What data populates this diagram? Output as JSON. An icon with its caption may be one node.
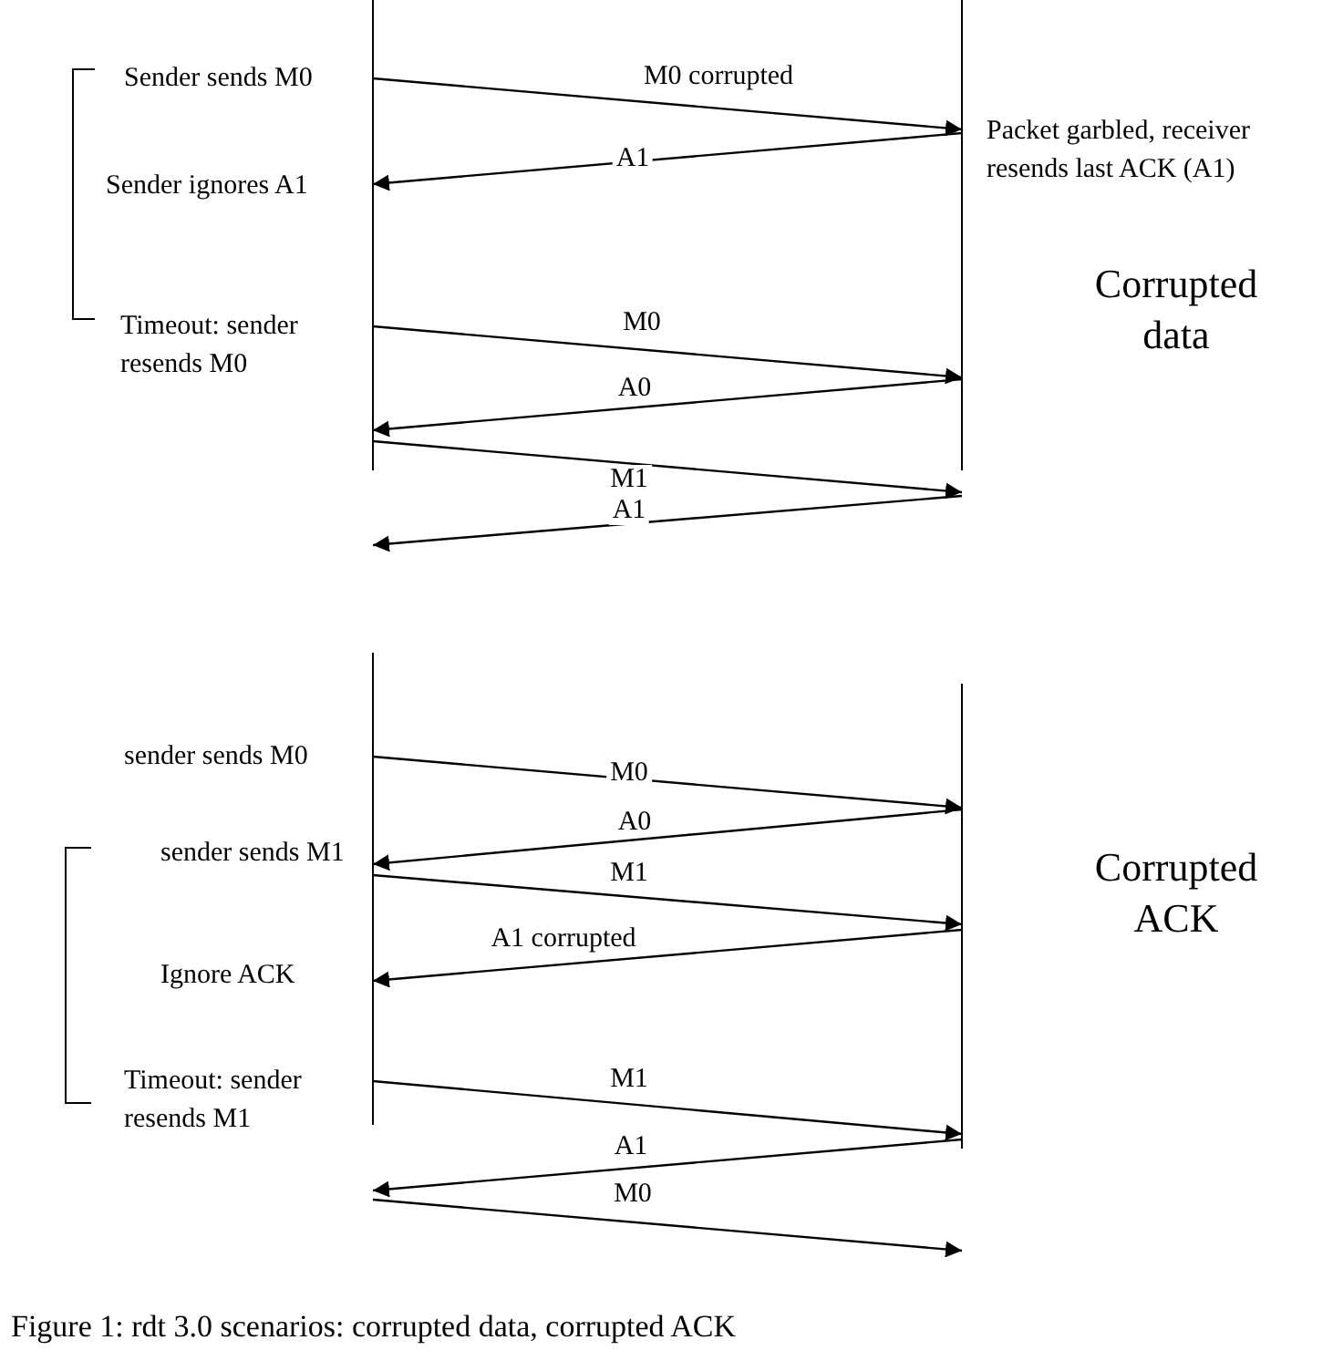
{
  "diagram": {
    "caption": "Figure 1: rdt 3.0 scenarios: corrupted data, corrupted ACK",
    "nodes": [
      {
        "text": [],
        "shape": "line"
      },
      {
        "text": [],
        "shape": "line"
      },
      {
        "text": [],
        "shape": "line"
      },
      {
        "text": [],
        "shape": "line"
      }
    ],
    "edges": [
      {
        "from": 0,
        "to": 1,
        "arrow": "to",
        "label": "M0 corrupted"
      },
      {
        "from": 1,
        "to": 0,
        "arrow": "to",
        "label": "A1"
      },
      {
        "from": 0,
        "to": 1,
        "arrow": "to",
        "label": "M0"
      },
      {
        "from": 1,
        "to": 0,
        "arrow": "to",
        "label": "A0"
      },
      {
        "from": 0,
        "to": 1,
        "arrow": "to",
        "label": "M1"
      },
      {
        "from": 1,
        "to": 0,
        "arrow": "to",
        "label": "A1"
      },
      {
        "from": 2,
        "to": 3,
        "arrow": "to",
        "label": "M0"
      },
      {
        "from": 3,
        "to": 2,
        "arrow": "to",
        "label": "A0"
      },
      {
        "from": 2,
        "to": 3,
        "arrow": "to",
        "label": "M1"
      },
      {
        "from": 3,
        "to": 2,
        "arrow": "to",
        "label": "A1 corrupted"
      },
      {
        "from": 2,
        "to": 3,
        "arrow": "to",
        "label": "M1"
      },
      {
        "from": 3,
        "to": 2,
        "arrow": "to",
        "label": "A1"
      },
      {
        "from": 2,
        "to": 3,
        "arrow": "to",
        "label": "M0"
      }
    ],
    "labels": [
      "Sender sends M0",
      "Packet garbled, receiver resends last ACK (A1)",
      "Sender ignores A1",
      "Corrupted data",
      "Timeout: sender resends M0",
      "sender sends M0",
      "sender sends M1",
      "Corrupted ACK",
      "Ignore ACK",
      "Timeout: sender resends M1"
    ]
  }
}
